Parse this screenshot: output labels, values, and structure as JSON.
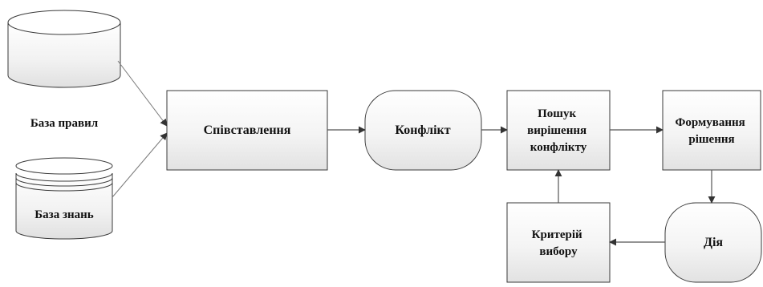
{
  "diagram": {
    "rules_db": {
      "label": "База правил"
    },
    "knowledge_db": {
      "label": "База знань"
    },
    "matching": {
      "label": "Співставлення"
    },
    "conflict": {
      "label": "Конфлікт"
    },
    "resolution": {
      "lines": [
        "Пошук",
        "вирішення",
        "конфлікту"
      ]
    },
    "decision": {
      "lines": [
        "Формування",
        "рішення"
      ]
    },
    "criterion": {
      "lines": [
        "Критерій",
        "вибору"
      ]
    },
    "action": {
      "label": "Дія"
    }
  }
}
